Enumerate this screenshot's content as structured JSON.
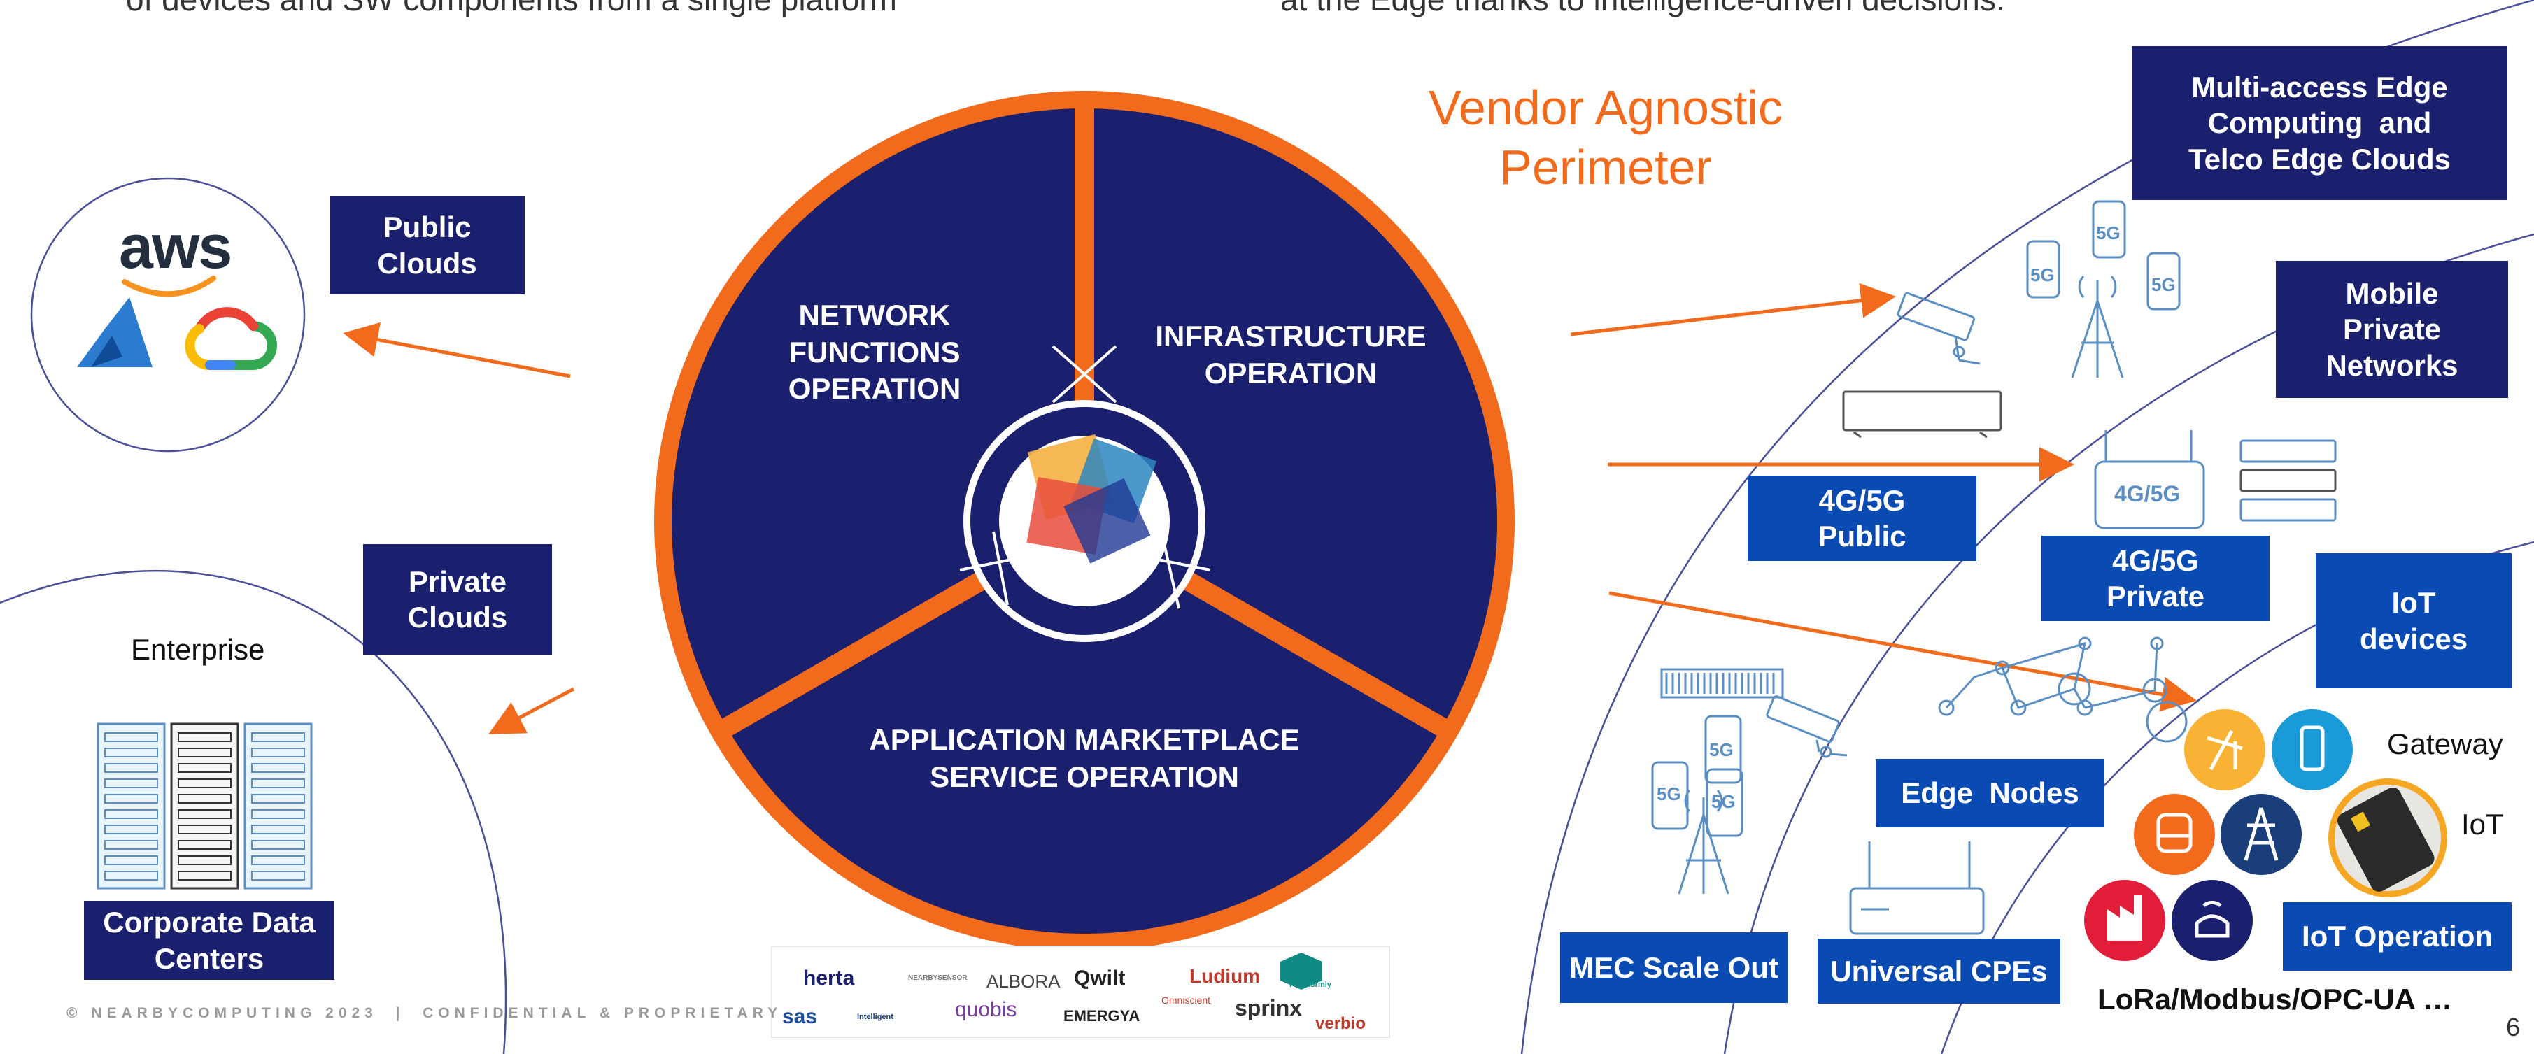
{
  "header": {
    "left_text": "of devices and SW components from a single platform",
    "right_text": "at the Edge thanks to intelligence-driven decisions."
  },
  "wheel": {
    "sectors": {
      "network": [
        "NETWORK",
        "FUNCTIONS",
        "OPERATION"
      ],
      "infrastructure": [
        "INFRASTRUCTURE",
        "OPERATION"
      ],
      "application": [
        "APPLICATION MARKETPLACE",
        "SERVICE OPERATION"
      ]
    },
    "colors": {
      "ring": "#f26b1d",
      "fill": "#1a1f6e"
    }
  },
  "perimeter_title": [
    "Vendor Agnostic",
    "Perimeter"
  ],
  "left": {
    "public_clouds": [
      "Public",
      "Clouds"
    ],
    "private_clouds": [
      "Private",
      "Clouds"
    ],
    "enterprise": "Enterprise",
    "corporate_dc": [
      "Corporate Data",
      "Centers"
    ],
    "aws_logo": "aws"
  },
  "right": {
    "mec": [
      "Multi-access Edge",
      "Computing  and",
      "Telco Edge Clouds"
    ],
    "mpn": [
      "Mobile",
      "Private",
      "Networks"
    ],
    "iot_devices": [
      "IoT",
      "devices"
    ],
    "public_4g5g": [
      "4G/5G",
      "Public"
    ],
    "private_4g5g": [
      "4G/5G",
      "Private"
    ],
    "edge_nodes": "Edge  Nodes",
    "mec_scale": "MEC Scale Out",
    "ucpe": "Universal CPEs",
    "iot_operation": "IoT Operation",
    "protocols": "LoRa/Modbus/OPC-UA …",
    "gateway": "Gateway",
    "iot": "IoT",
    "badge_4g5g": "4G/5G",
    "badge_5g": "5G"
  },
  "partners": [
    "herta",
    "NEARBYSENSOR",
    "ALBORA",
    "Qwilt",
    "Ludium",
    "Plataformly",
    "sas",
    "Intelligent",
    "quobis",
    "EMERGYA",
    "Omniscient",
    "sprinx",
    "verbio"
  ],
  "footer": {
    "confidential": "© NEARBYCOMPUTING 2023  |  CONFIDENTIAL & PROPRIETARY",
    "page_number": "6"
  },
  "colors": {
    "orange": "#f26b1d",
    "navy": "#1a1f6e",
    "blue": "#0a4bb3",
    "icon_blue": "#5b8fc4",
    "arc": "#4a4f9a"
  }
}
